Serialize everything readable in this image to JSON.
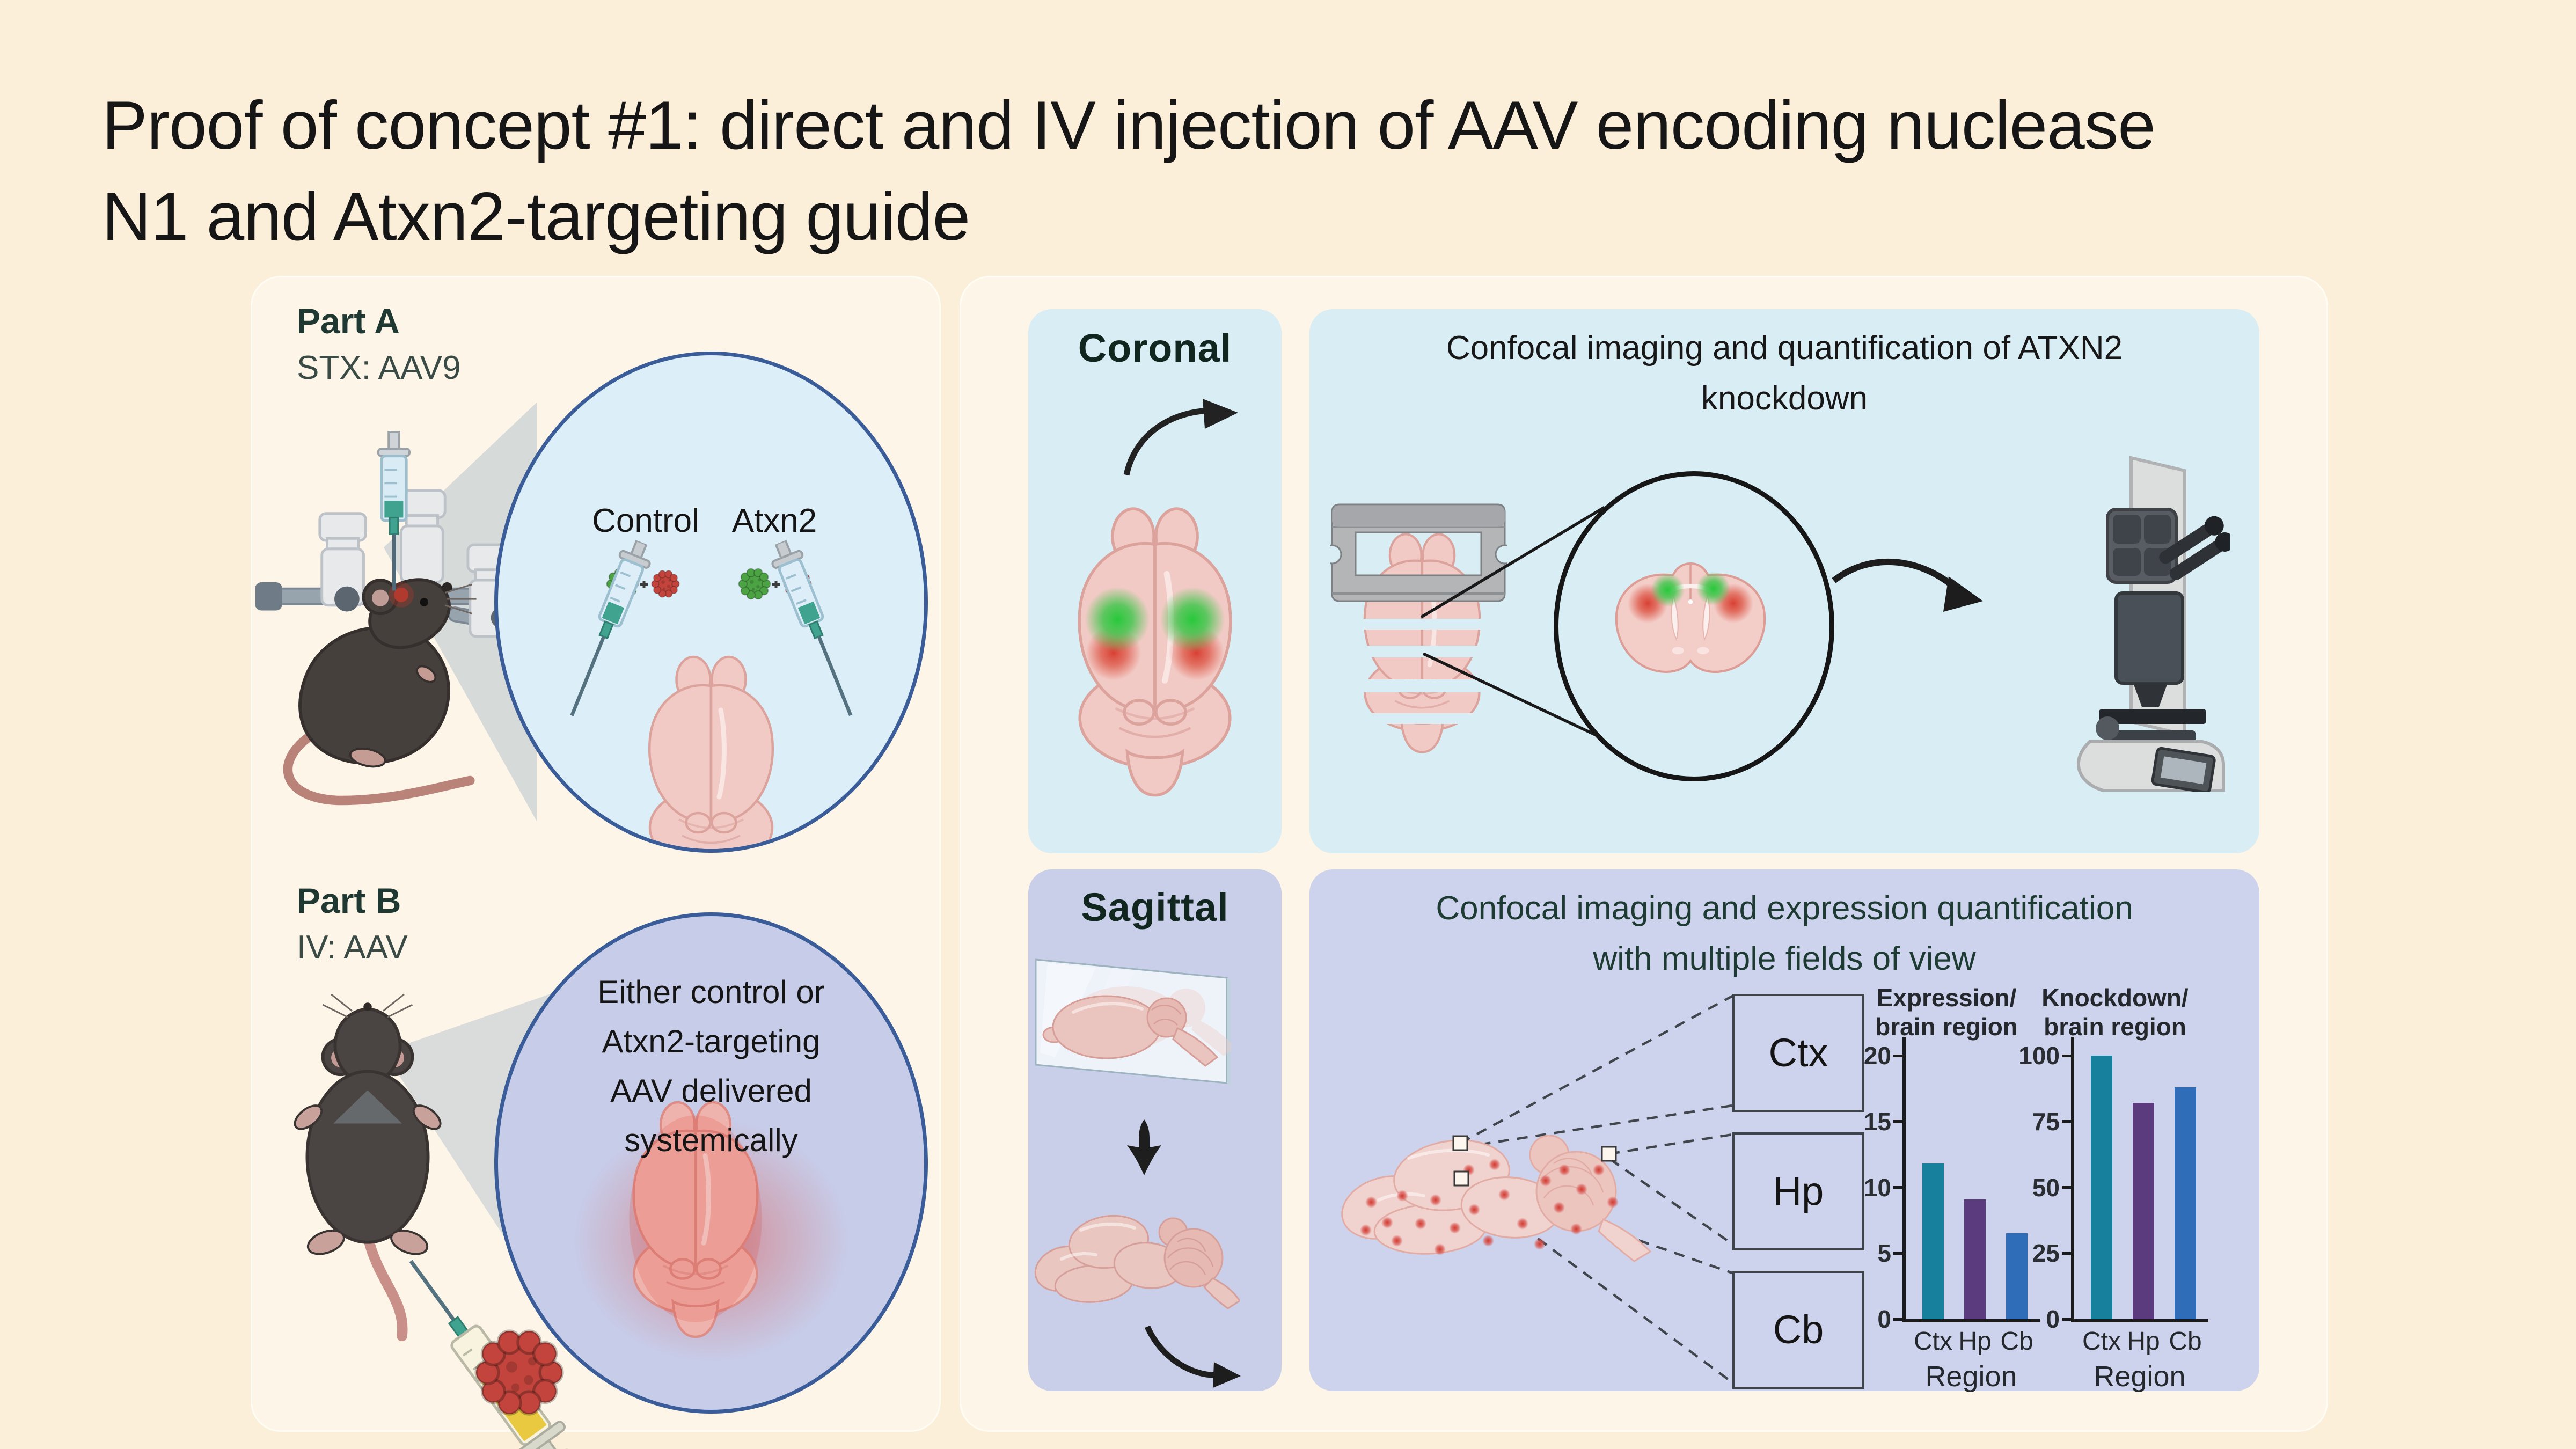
{
  "slide": {
    "title_line1": "Proof of concept #1: direct and IV injection of AAV encoding nuclease",
    "title_line2": "N1 and Atxn2-targeting guide"
  },
  "left_panel": {
    "part_a": {
      "label": "Part A",
      "method": "STX: AAV9",
      "inset": {
        "label_control": "Control",
        "label_atxn2": "Atxn2"
      }
    },
    "part_b": {
      "label": "Part B",
      "method": "IV: AAV",
      "inset_lines": [
        "Either control or",
        "Atxn2-targeting",
        "AAV delivered",
        "systemically"
      ]
    }
  },
  "right_panels": {
    "coronal": {
      "title": "Coronal"
    },
    "confocal_top": {
      "title_line1": "Confocal imaging and quantification of ATXN2",
      "title_line2": "knockdown"
    },
    "sagittal": {
      "title": "Sagittal"
    },
    "confocal_bottom": {
      "title_line1": "Confocal imaging and expression quantification",
      "title_line2": "with multiple fields of view",
      "region_boxes": [
        "Ctx",
        "Hp",
        "Cb"
      ]
    }
  },
  "colors": {
    "background": "#fcefd9",
    "panel_cream": "#fdf5e8",
    "panel_light_blue": "#d9edf5",
    "panel_lavender": "#c9cfe9",
    "inset_circle_border": "#3a5d99",
    "inset_circle_blue": "#dceef7",
    "inset_circle_lavender": "#c7cce9",
    "aav_green": "#4ca344",
    "aav_red": "#c2443c",
    "bar_teal": "#17809d",
    "bar_purple": "#5c3a7e",
    "bar_blue": "#2f6db8"
  },
  "chart_data": [
    {
      "type": "bar",
      "title_lines": [
        "Expression/",
        "brain region"
      ],
      "categories": [
        "Ctx",
        "Hp",
        "Cb"
      ],
      "values": [
        11.8,
        9.1,
        6.5
      ],
      "xlabel": "Region",
      "ylabel": "",
      "ylim": [
        0,
        20
      ],
      "yticks": [
        0,
        5,
        10,
        15,
        20
      ],
      "grid": false,
      "legend": "none",
      "bar_colors": [
        "#17809d",
        "#5c3a7e",
        "#2f6db8"
      ]
    },
    {
      "type": "bar",
      "title_lines": [
        "Knockdown/",
        "brain region"
      ],
      "categories": [
        "Ctx",
        "Hp",
        "Cb"
      ],
      "values": [
        100,
        82,
        88
      ],
      "xlabel": "Region",
      "ylabel": "",
      "ylim": [
        0,
        100
      ],
      "yticks": [
        0,
        25,
        50,
        75,
        100
      ],
      "grid": false,
      "legend": "none",
      "bar_colors": [
        "#17809d",
        "#5c3a7e",
        "#2f6db8"
      ]
    }
  ]
}
